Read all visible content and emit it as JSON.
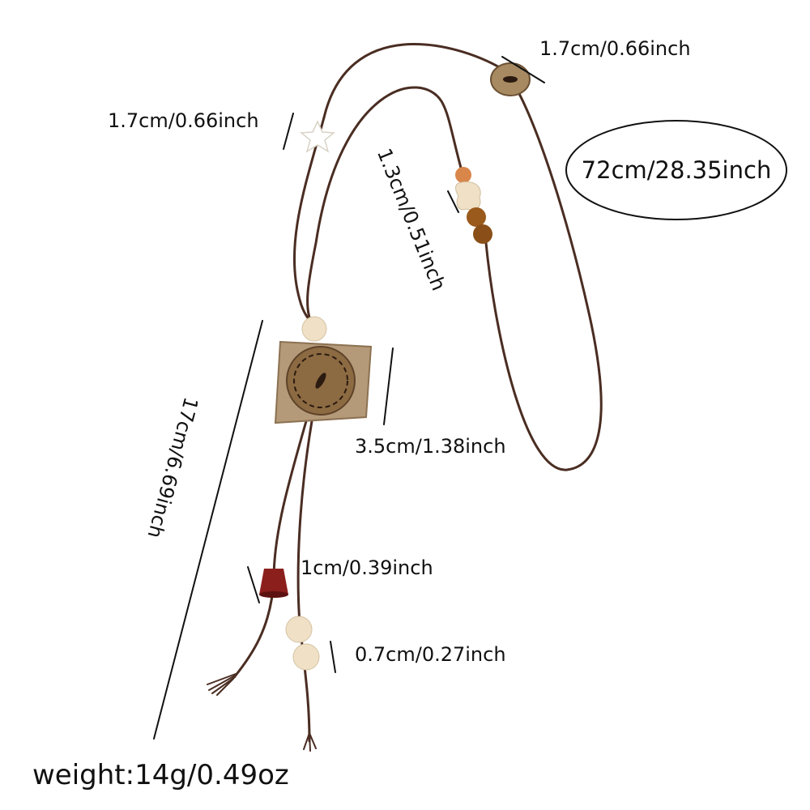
{
  "measurements": {
    "top_button": "1.7cm/0.66inch",
    "star_bead": "1.7cm/0.66inch",
    "bead_cluster": "1.3cm/0.51inch",
    "total_length": "72cm/28.35inch",
    "pendant_width": "3.5cm/1.38inch",
    "drop_length": "17cm/6.69inch",
    "red_bead": "1cm/0.39inch",
    "cream_beads": "0.7cm/0.27inch"
  },
  "weight": "weight:14g/0.49oz",
  "colors": {
    "cord": "#4a2d22",
    "coconut_shell": "#b49a78",
    "coconut_shell_dark": "#8c7152",
    "button_light": "#a88a62",
    "button_dark": "#6b5134",
    "cream_bead": "#efe0c6",
    "wood_bead_orange": "#d9864a",
    "wood_bead_brown": "#9a5a1c",
    "red_bead": "#8b1f1c",
    "text": "#111111"
  }
}
